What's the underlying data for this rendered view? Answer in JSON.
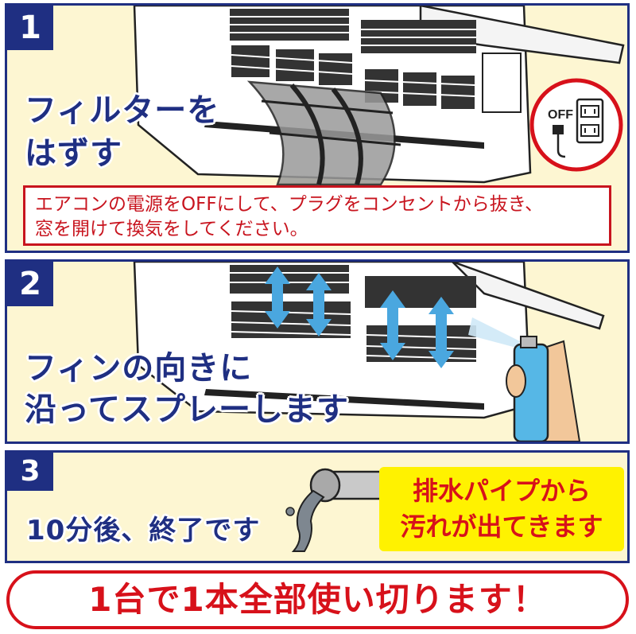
{
  "steps": [
    {
      "number": "1",
      "title_line1": "フィルターを",
      "title_line2": "はずす",
      "note_line1": "エアコンの電源をOFFにして、プラグをコンセントから抜き、",
      "note_line2": "窓を開けて換気をしてください。",
      "off_label": "OFF"
    },
    {
      "number": "2",
      "title_line1": "フィンの向きに",
      "title_line2": "沿ってスプレーします"
    },
    {
      "number": "3",
      "title": "10分後、終了です",
      "callout_line1": "排水パイプから",
      "callout_line2": "汚れが出てきます"
    }
  ],
  "banner": "1台で1本全部使い切ります！",
  "colors": {
    "navy": "#1f2f82",
    "panel_bg": "#fdf6d2",
    "red": "#d7111a",
    "yellow": "#fff200"
  },
  "icons": [
    "air-conditioner-illustration",
    "filter-illustration",
    "power-outlet-icon",
    "airflow-arrow-icon",
    "spray-can-illustration",
    "drain-pipe-illustration"
  ]
}
